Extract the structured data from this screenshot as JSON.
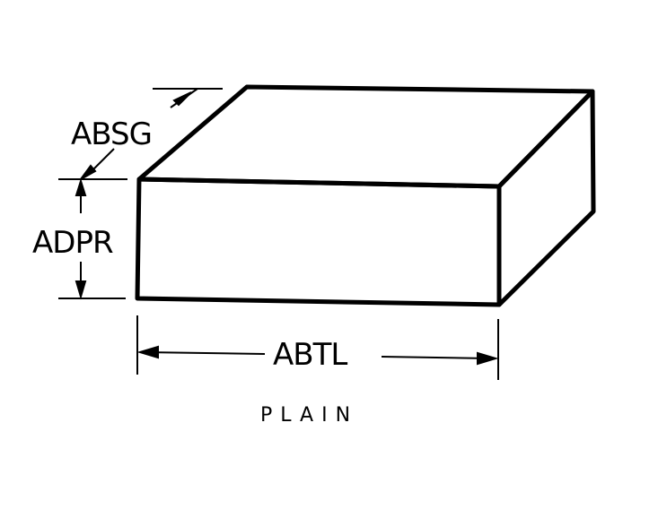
{
  "diagram": {
    "labels": {
      "width_dim": "ABSG",
      "height_dim": "ADPR",
      "length_dim": "ABTL"
    },
    "caption": "PLAIN",
    "colors": {
      "line": "#000000",
      "background": "#ffffff"
    }
  }
}
